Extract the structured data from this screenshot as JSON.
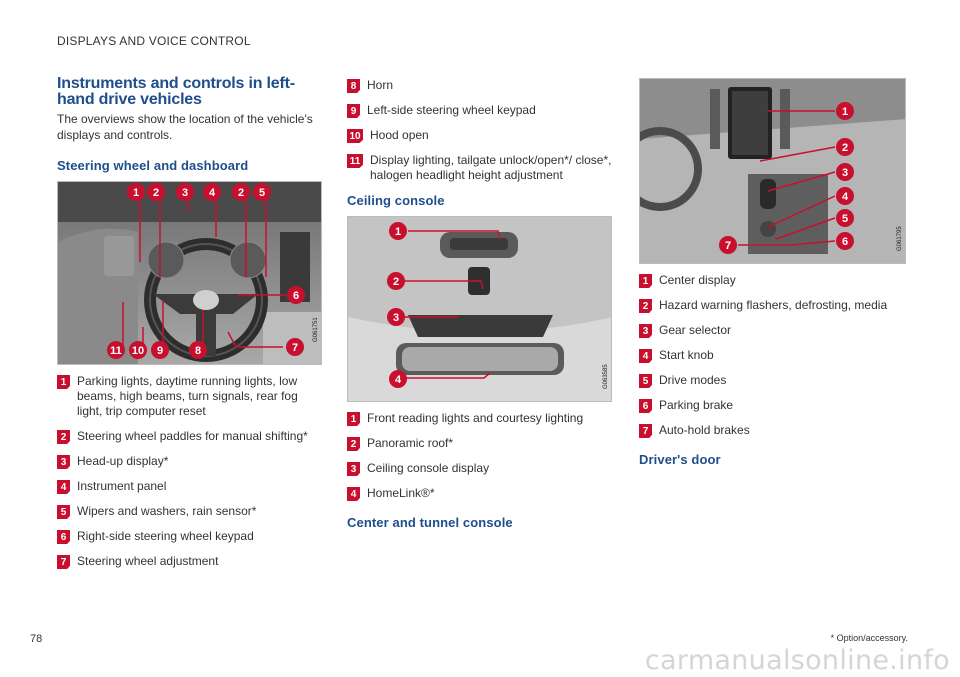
{
  "header": "DISPLAYS AND VOICE CONTROL",
  "main_title": "Instruments and controls in left-hand drive vehicles",
  "intro": "The overviews show the location of the vehicle's displays and controls.",
  "sections": {
    "steering": {
      "title": "Steering wheel and dashboard",
      "figure_code": "G061751",
      "callouts": [
        "1",
        "2",
        "3",
        "4",
        "2",
        "5",
        "6",
        "7",
        "8",
        "9",
        "10",
        "11"
      ],
      "items": [
        {
          "n": "1",
          "text": "Parking lights, daytime running lights, low beams, high beams, turn signals, rear fog light, trip computer reset"
        },
        {
          "n": "2",
          "text": "Steering wheel paddles for manual shifting*"
        },
        {
          "n": "3",
          "text": "Head-up display*"
        },
        {
          "n": "4",
          "text": "Instrument panel"
        },
        {
          "n": "5",
          "text": "Wipers and washers, rain sensor*"
        },
        {
          "n": "6",
          "text": "Right-side steering wheel keypad"
        },
        {
          "n": "7",
          "text": "Steering wheel adjustment"
        }
      ],
      "items_continued": [
        {
          "n": "8",
          "text": "Horn"
        },
        {
          "n": "9",
          "text": "Left-side steering wheel keypad"
        },
        {
          "n": "10",
          "text": "Hood open"
        },
        {
          "n": "11",
          "text": "Display lighting, tailgate unlock/open*/ close*, halogen headlight height adjustment"
        }
      ]
    },
    "ceiling": {
      "title": "Ceiling console",
      "figure_code": "G063585",
      "callouts": [
        "1",
        "2",
        "3",
        "4"
      ],
      "items": [
        {
          "n": "1",
          "text": "Front reading lights and courtesy lighting"
        },
        {
          "n": "2",
          "text": "Panoramic roof*"
        },
        {
          "n": "3",
          "text": "Ceiling console display"
        },
        {
          "n": "4",
          "text": "HomeLink®*"
        }
      ]
    },
    "center": {
      "title": "Center and tunnel console",
      "figure_code": "G061795",
      "callouts": [
        "1",
        "2",
        "3",
        "4",
        "5",
        "6",
        "7"
      ],
      "items": [
        {
          "n": "1",
          "text": "Center display"
        },
        {
          "n": "2",
          "text": "Hazard warning flashers, defrosting, media"
        },
        {
          "n": "3",
          "text": "Gear selector"
        },
        {
          "n": "4",
          "text": "Start knob"
        },
        {
          "n": "5",
          "text": "Drive modes"
        },
        {
          "n": "6",
          "text": "Parking brake"
        },
        {
          "n": "7",
          "text": "Auto-hold brakes"
        }
      ]
    },
    "door": {
      "title": "Driver's door"
    }
  },
  "footnote": "* Option/accessory.",
  "page_number": "78",
  "watermark": "carmanualsonline.info",
  "colors": {
    "heading": "#1f4e8c",
    "callout": "#c8102e"
  }
}
